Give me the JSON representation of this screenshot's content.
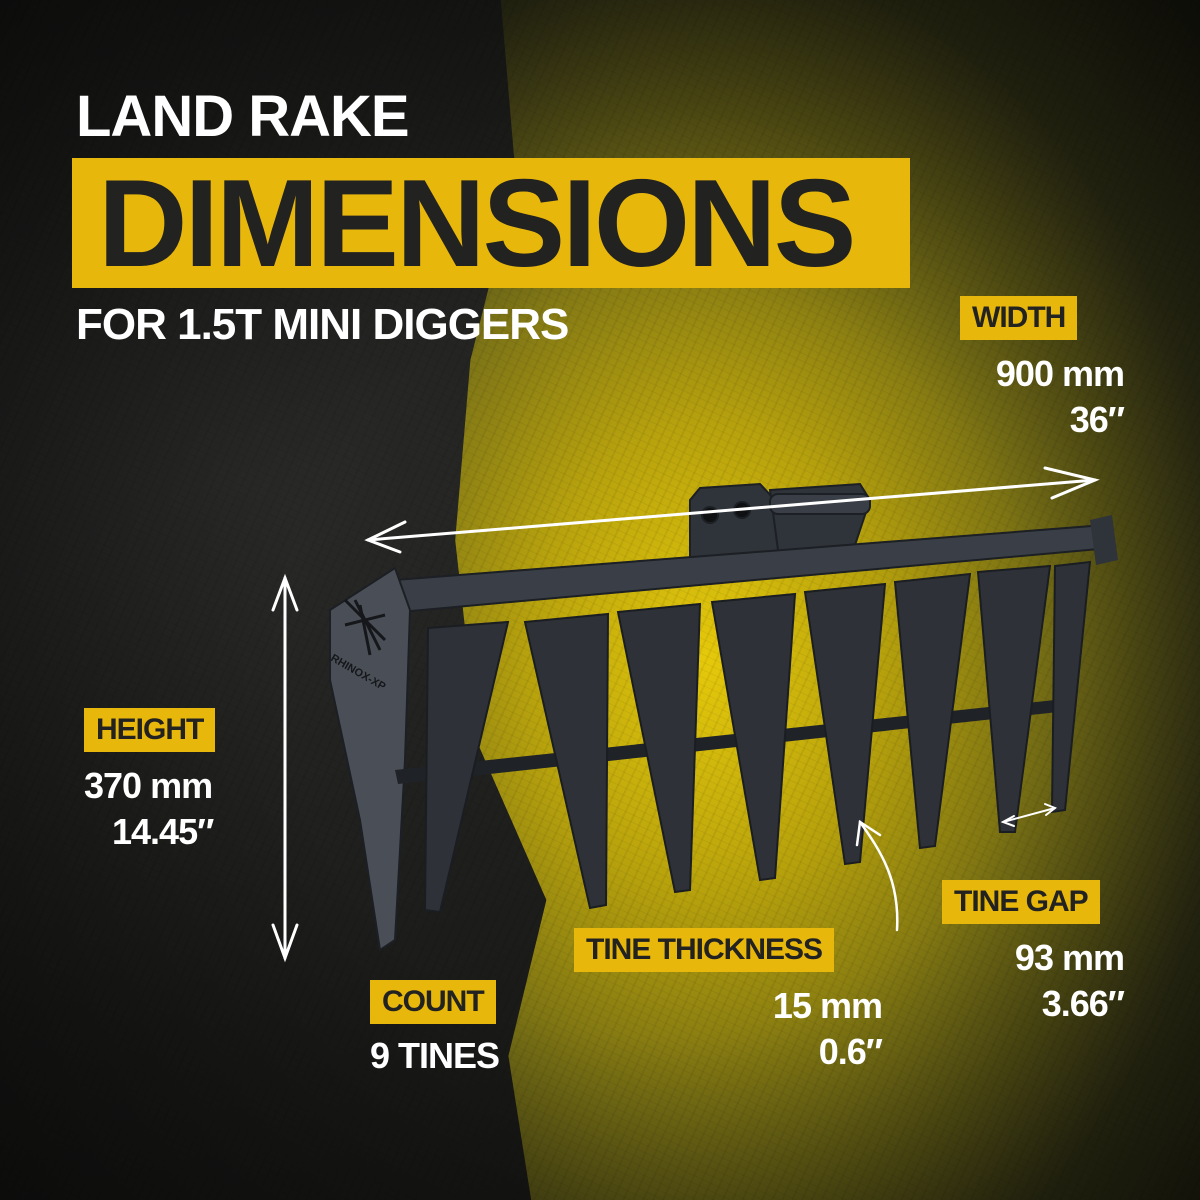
{
  "header": {
    "title_line1": "LAND RAKE",
    "title_highlight": "DIMENSIONS",
    "subtitle": "FOR 1.5T MINI DIGGERS"
  },
  "product": {
    "brand_mark": "RHINOX-XP",
    "tine_count": 9
  },
  "specs": {
    "width": {
      "label": "WIDTH",
      "metric": "900 mm",
      "imperial": "36″"
    },
    "height": {
      "label": "HEIGHT",
      "metric": "370 mm",
      "imperial": "14.45″"
    },
    "count": {
      "label": "COUNT",
      "value": "9 TINES"
    },
    "tine_thickness": {
      "label": "TINE THICKNESS",
      "metric": "15 mm",
      "imperial": "0.6″"
    },
    "tine_gap": {
      "label": "TINE GAP",
      "metric": "93 mm",
      "imperial": "3.66″"
    }
  },
  "colors": {
    "accent_yellow": "#e8b70c",
    "dark_text": "#222221",
    "white": "#ffffff",
    "steel": "#2e3238"
  }
}
